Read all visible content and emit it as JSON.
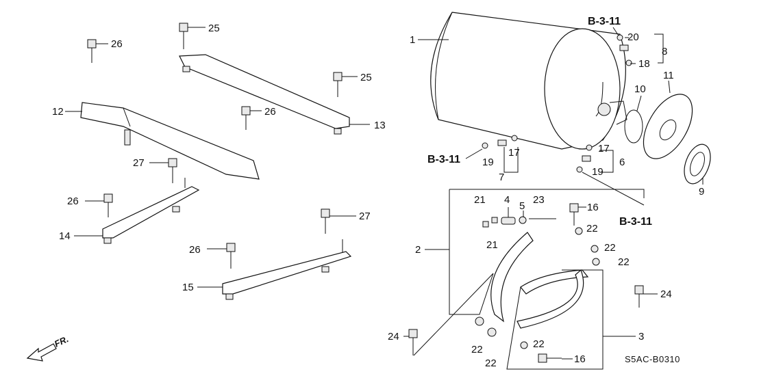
{
  "diagram": {
    "callouts": [
      {
        "id": "c1",
        "text": "1"
      },
      {
        "id": "c2",
        "text": "2"
      },
      {
        "id": "c3",
        "text": "3"
      },
      {
        "id": "c4",
        "text": "4"
      },
      {
        "id": "c5",
        "text": "5"
      },
      {
        "id": "c6",
        "text": "6"
      },
      {
        "id": "c7",
        "text": "7"
      },
      {
        "id": "c8",
        "text": "8"
      },
      {
        "id": "c9",
        "text": "9"
      },
      {
        "id": "c10",
        "text": "10"
      },
      {
        "id": "c11",
        "text": "11"
      },
      {
        "id": "c12",
        "text": "12"
      },
      {
        "id": "c13",
        "text": "13"
      },
      {
        "id": "c14",
        "text": "14"
      },
      {
        "id": "c15",
        "text": "15"
      },
      {
        "id": "c16a",
        "text": "16"
      },
      {
        "id": "c16b",
        "text": "16"
      },
      {
        "id": "c17a",
        "text": "17"
      },
      {
        "id": "c17b",
        "text": "17"
      },
      {
        "id": "c18",
        "text": "18"
      },
      {
        "id": "c19a",
        "text": "19"
      },
      {
        "id": "c19b",
        "text": "19"
      },
      {
        "id": "c20",
        "text": "20"
      },
      {
        "id": "c21a",
        "text": "21"
      },
      {
        "id": "c21b",
        "text": "21"
      },
      {
        "id": "c22a",
        "text": "22"
      },
      {
        "id": "c22b",
        "text": "22"
      },
      {
        "id": "c22c",
        "text": "22"
      },
      {
        "id": "c22d",
        "text": "22"
      },
      {
        "id": "c22e",
        "text": "22"
      },
      {
        "id": "c22f",
        "text": "22"
      },
      {
        "id": "c23",
        "text": "23"
      },
      {
        "id": "c24a",
        "text": "24"
      },
      {
        "id": "c24b",
        "text": "24"
      },
      {
        "id": "c25a",
        "text": "25"
      },
      {
        "id": "c25b",
        "text": "25"
      },
      {
        "id": "c26a",
        "text": "26"
      },
      {
        "id": "c26b",
        "text": "26"
      },
      {
        "id": "c26c",
        "text": "26"
      },
      {
        "id": "c26d",
        "text": "26"
      },
      {
        "id": "c27a",
        "text": "27"
      },
      {
        "id": "c27b",
        "text": "27"
      }
    ],
    "references": [
      {
        "id": "r1",
        "text": "B-3-11"
      },
      {
        "id": "r2",
        "text": "B-3-11"
      },
      {
        "id": "r3",
        "text": "B-3-11"
      }
    ],
    "front_label": "FR.",
    "diagram_code": "S5AC-B0310"
  }
}
